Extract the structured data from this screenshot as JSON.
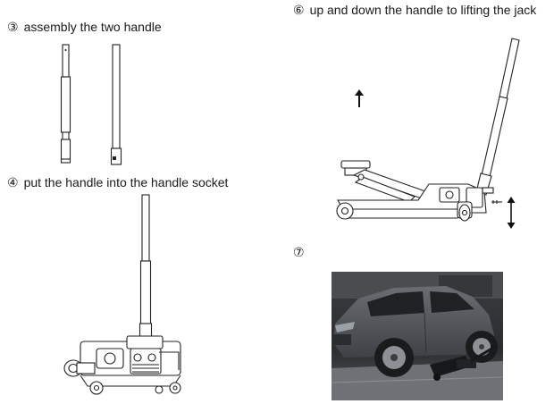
{
  "steps": [
    {
      "number": "③",
      "text": "assembly the two handle"
    },
    {
      "number": "④",
      "text": "put the handle into the handle socket"
    },
    {
      "number": "⑥",
      "text": "up and down the handle to lifting the jack"
    },
    {
      "number": "⑦",
      "text": ""
    }
  ],
  "icons": {
    "up_arrow": "arrow-up-icon",
    "updown_arrow": "arrow-up-down-icon"
  },
  "colors": {
    "line": "#222222",
    "photo_car": "#4a4e53",
    "photo_bg": "#2b2d30"
  }
}
